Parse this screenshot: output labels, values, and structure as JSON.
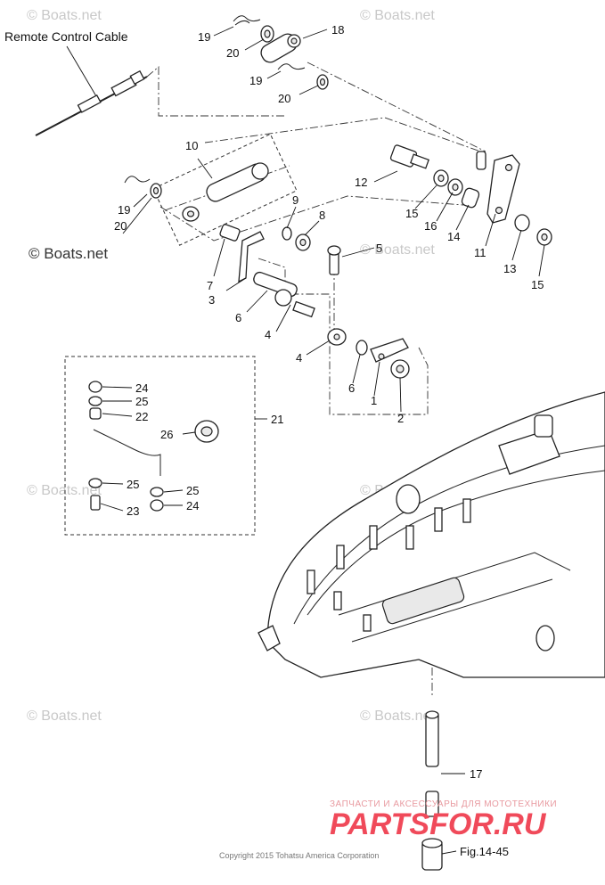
{
  "diagram": {
    "title_label": "Remote Control Cable",
    "figure_ref": "Fig.14-45",
    "copyright": "Copyright 2015 Tohatsu America Corporation",
    "watermark": "© Boats.net",
    "promo_text": "ЗАПЧАСТИ И АКСЕССУАРЫ ДЛЯ МОТОТЕХНИКИ",
    "brand_text": "PARTSFOR.RU",
    "callouts": {
      "c1": "1",
      "c2": "2",
      "c3": "3",
      "c4a": "4",
      "c4b": "4",
      "c5": "5",
      "c6a": "6",
      "c6b": "6",
      "c7": "7",
      "c8": "8",
      "c9": "9",
      "c10": "10",
      "c11": "11",
      "c12": "12",
      "c13": "13",
      "c14": "14",
      "c15a": "15",
      "c15b": "15",
      "c16": "16",
      "c17": "17",
      "c18": "18",
      "c19a": "19",
      "c19b": "19",
      "c19c": "19",
      "c20a": "20",
      "c20b": "20",
      "c20c": "20",
      "c21": "21",
      "c22": "22",
      "c23": "23",
      "c24a": "24",
      "c24b": "24",
      "c25a": "25",
      "c25b": "25",
      "c25c": "25",
      "c26": "26"
    }
  }
}
